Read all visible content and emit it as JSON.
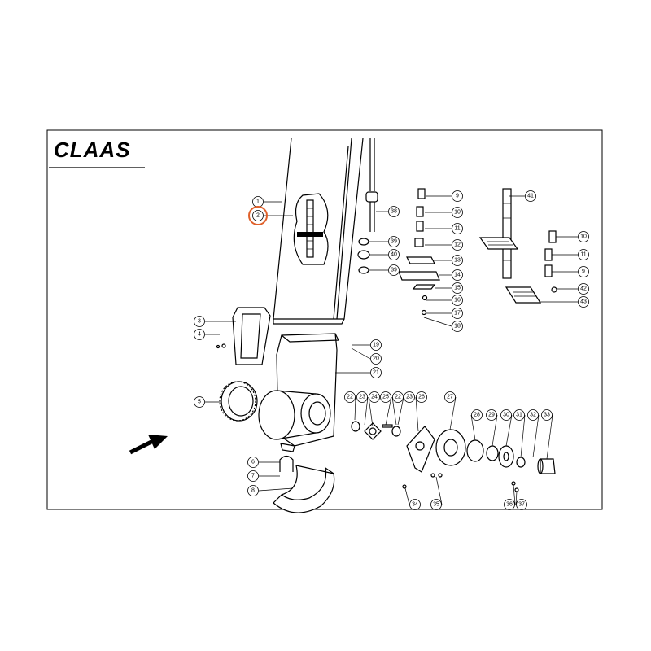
{
  "brand": {
    "name": "CLAAS"
  },
  "colors": {
    "line": "#000000",
    "highlight": "#e0602a",
    "background": "#ffffff"
  },
  "callouts": [
    {
      "label": "1"
    },
    {
      "label": "2",
      "highlighted": true
    },
    {
      "label": "3"
    },
    {
      "label": "4"
    },
    {
      "label": "5"
    },
    {
      "label": "6"
    },
    {
      "label": "7"
    },
    {
      "label": "8"
    },
    {
      "label": "9"
    },
    {
      "label": "10"
    },
    {
      "label": "11"
    },
    {
      "label": "12"
    },
    {
      "label": "13"
    },
    {
      "label": "14"
    },
    {
      "label": "15"
    },
    {
      "label": "16"
    },
    {
      "label": "17"
    },
    {
      "label": "18"
    },
    {
      "label": "19"
    },
    {
      "label": "20"
    },
    {
      "label": "21"
    },
    {
      "label": "22"
    },
    {
      "label": "23"
    },
    {
      "label": "24"
    },
    {
      "label": "25"
    },
    {
      "label": "22"
    },
    {
      "label": "23"
    },
    {
      "label": "26"
    },
    {
      "label": "27"
    },
    {
      "label": "28"
    },
    {
      "label": "29"
    },
    {
      "label": "30"
    },
    {
      "label": "31"
    },
    {
      "label": "32"
    },
    {
      "label": "33"
    },
    {
      "label": "34"
    },
    {
      "label": "35"
    },
    {
      "label": "36"
    },
    {
      "label": "37"
    },
    {
      "label": "38"
    },
    {
      "label": "39"
    },
    {
      "label": "40"
    },
    {
      "label": "39"
    },
    {
      "label": "41"
    },
    {
      "label": "10"
    },
    {
      "label": "11"
    },
    {
      "label": "9"
    },
    {
      "label": "42"
    },
    {
      "label": "43"
    }
  ]
}
